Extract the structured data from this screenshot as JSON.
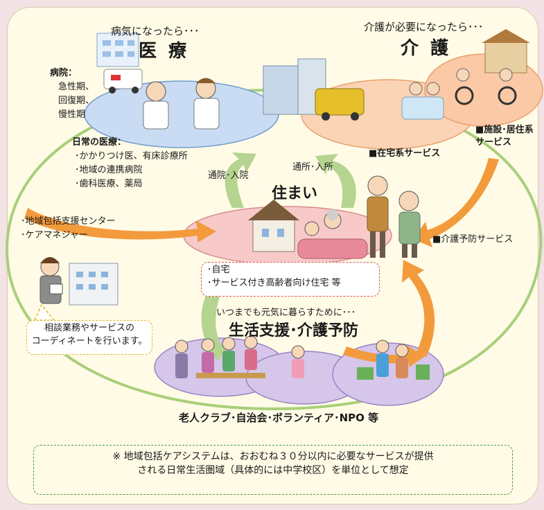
{
  "medical": {
    "lead": "病気になったら･･･",
    "title": "医 療",
    "hospital_label": "病院：",
    "hospital_items": [
      "急性期、",
      "回復期、",
      "慢性期"
    ],
    "daily_label": "日常の医療：",
    "daily_items": [
      "･かかりつけ医、有床診療所",
      "･地域の連携病院",
      "･歯科医療、薬局"
    ]
  },
  "care": {
    "lead": "介護が必要になったら･･･",
    "title": "介 護",
    "home_service": "■在宅系サービス",
    "facility_service_1": "■施設･居住系",
    "facility_service_2": "サービス",
    "prevention_service": "■介護予防サービス"
  },
  "flows": {
    "to_hospital": "通院･入院",
    "to_daycare": "通所･入所"
  },
  "housing": {
    "title": "住まい",
    "items": [
      "･自宅",
      "･サービス付き高齢者向け住宅 等"
    ]
  },
  "left": {
    "items": [
      "･地域包括支援センター",
      "･ケアマネジャー"
    ],
    "bubble": [
      "相談業務やサービスの",
      "コーディネートを行います。"
    ]
  },
  "life_support": {
    "lead": "いつまでも元気に暮らすために･･･",
    "title": "生活支援･介護予防",
    "groups": "老人クラブ･自治会･ボランティア･NPO 等"
  },
  "note": {
    "lines": [
      "※ 地域包括ケアシステムは、おおむね３０分以内に必要なサービスが提供",
      "される日常生活圏域（具体的には中学校区）を単位として想定"
    ]
  },
  "colors": {
    "medical_ellipse": "#c9dcf3",
    "care_ellipse": "#fbd3b5",
    "housing_ellipse": "#f7c9c9",
    "life_ellipse": "#d6c6ea",
    "green_ring": "#a9cf7a",
    "orange_arrow": "#f39a3c",
    "green_arrow": "#b5d48f"
  }
}
